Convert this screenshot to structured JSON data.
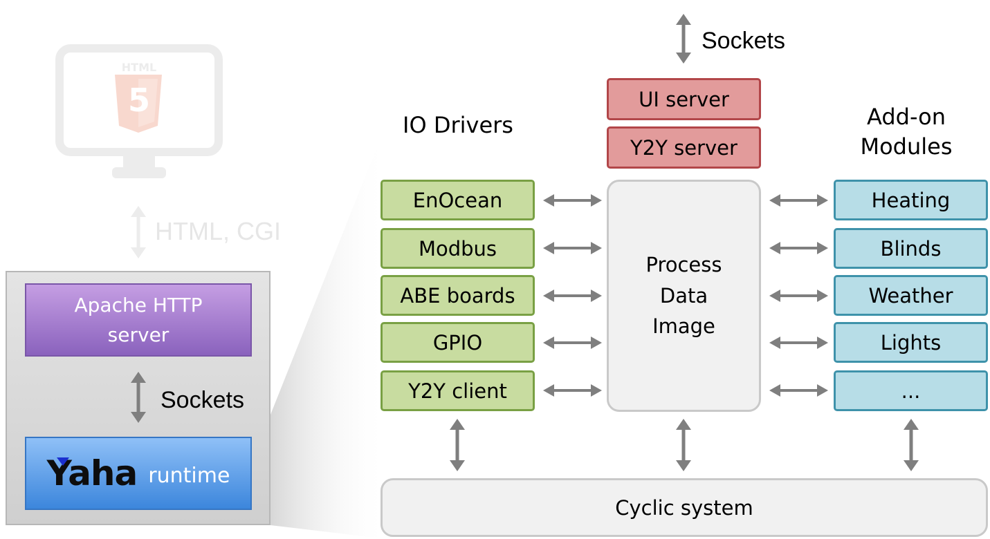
{
  "left": {
    "monitor_badge": "HTML",
    "html5_digit": "5",
    "faded_label": "HTML, CGI",
    "apache_line1": "Apache HTTP",
    "apache_line2": "server",
    "sockets_label": "Sockets",
    "yaha_logo": "Yaha",
    "runtime_label": "runtime"
  },
  "top": {
    "sockets_label": "Sockets"
  },
  "servers": {
    "ui_server": "UI server",
    "y2y_server": "Y2Y server"
  },
  "io": {
    "heading": "IO Drivers",
    "items": [
      "EnOcean",
      "Modbus",
      "ABE boards",
      "GPIO",
      "Y2Y client"
    ]
  },
  "modules": {
    "heading_line1": "Add-on",
    "heading_line2": "Modules",
    "items": [
      "Heating",
      "Blinds",
      "Weather",
      "Lights",
      "..."
    ]
  },
  "core": {
    "pdi_line1": "Process",
    "pdi_line2": "Data",
    "pdi_line3": "Image",
    "cyclic": "Cyclic system"
  },
  "colors": {
    "io_fill": "#c8dca0",
    "io_border": "#79a044",
    "module_fill": "#b7dde7",
    "module_border": "#3e92aa",
    "server_fill": "#e29b9b",
    "server_border": "#b24649",
    "arrow": "#7f7f7f"
  }
}
